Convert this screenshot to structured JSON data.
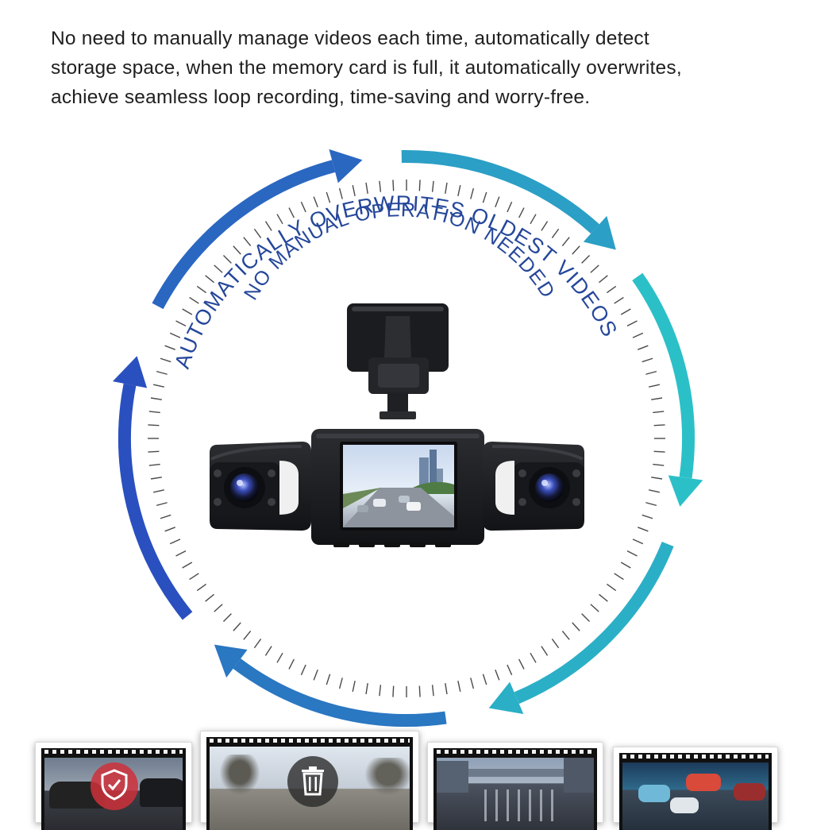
{
  "intro": {
    "lines": [
      "No need to manually manage videos each time, automatically detect",
      "storage space, when the memory card is full, it automatically overwrites,",
      "achieve seamless loop recording, time-saving and worry-free."
    ]
  },
  "ring": {
    "outer_text": "AUTOMATICALLY OVERWRITES OLDEST VIDEOS",
    "inner_text": "NO MANUAL OPERATION NEEDED"
  },
  "colors": {
    "arrow_blue": "#2a4fbf",
    "arrow_cyan": "#2bc1c8",
    "ring_text": "#25479a",
    "ticks": "#4a4a4a"
  },
  "icons": {
    "thumb1": "shield-check-icon",
    "thumb2": "trash-icon"
  }
}
